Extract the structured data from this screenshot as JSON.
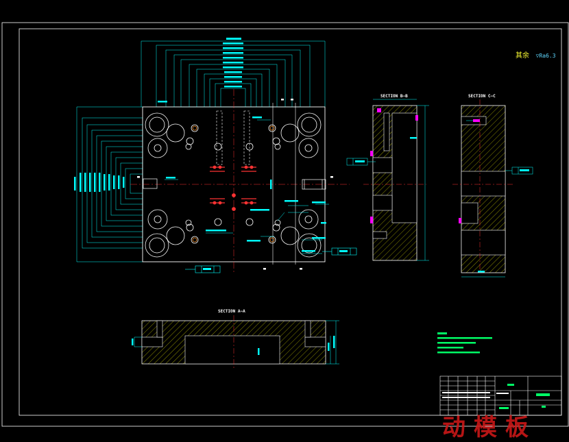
{
  "sections": {
    "bb": "SECTION B—B",
    "cc": "SECTION C—C",
    "aa": "SECTION A—A"
  },
  "roughness": {
    "prefix": "其余",
    "value": "Ra6.3"
  },
  "watermark": "动模板",
  "colors": {
    "background": "#000000",
    "frame": "#ffffff",
    "part_outline": "#ffffff",
    "dimension": "#00ffff",
    "centerline": "#ff3333",
    "holes": "#ffffff",
    "hatch": "#b0b000",
    "magenta": "#ff00ff",
    "notes": "#00ff66",
    "watermark": "#d01818"
  }
}
